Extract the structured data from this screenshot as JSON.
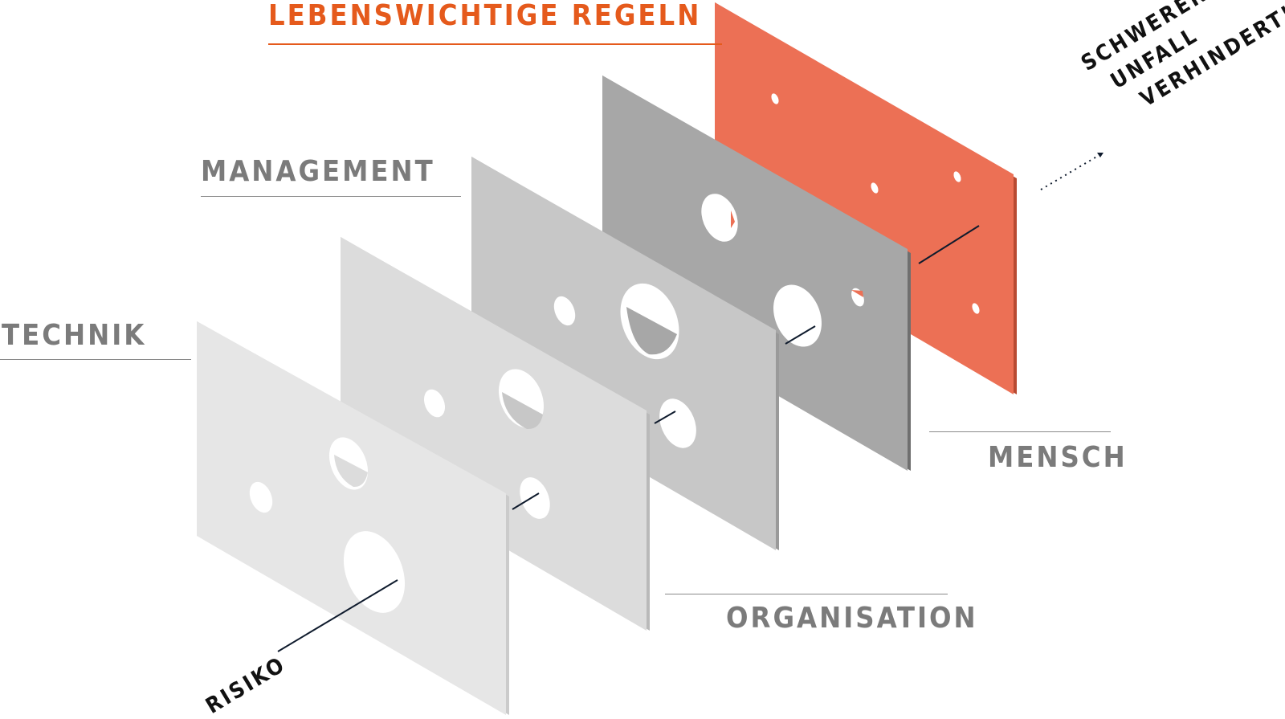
{
  "labels": {
    "title": "LEBENSWICHTIGE REGELN",
    "management": "MANAGEMENT",
    "technik": "TECHNIK",
    "mensch": "MENSCH",
    "organisation": "ORGANISATION",
    "risiko": "RISIKO"
  },
  "outcome": {
    "line1": "SCHWERER",
    "line2": "UNFALL",
    "line3": "VERHINDERT!"
  },
  "colors": {
    "accent": "#e55a1c",
    "label_gray": "#7b7b7b",
    "rule_gray": "#8a8a8a",
    "slice_orange": "#ec7055",
    "slice_dark_gray": "#a7a7a7",
    "slice_mid_gray": "#c7c7c7",
    "slice_light_gray": "#dcdcdc",
    "slice_lightest_gray": "#e6e6e6",
    "risk_line": "#0f1b2d"
  }
}
